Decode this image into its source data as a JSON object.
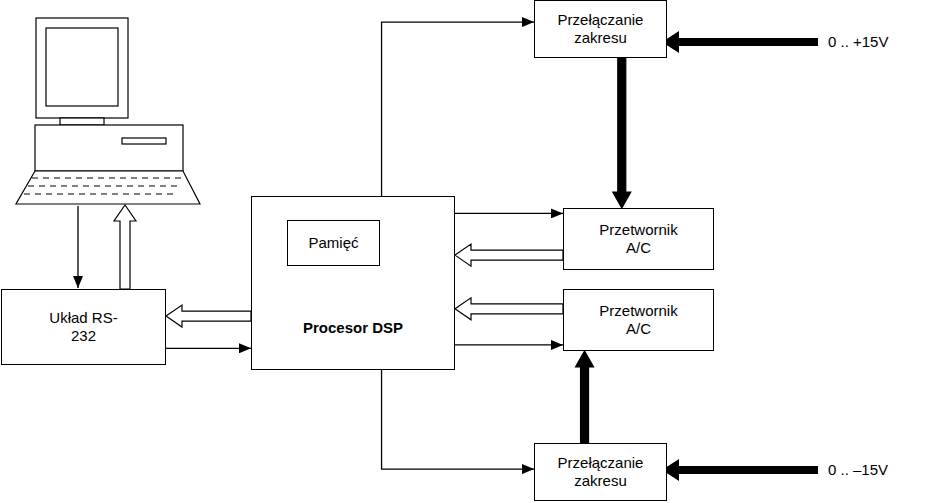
{
  "diagram": {
    "nodes": [
      {
        "text": [
          "Przełączanie zakresu"
        ]
      },
      {
        "text": [
          "Procesor DSP"
        ]
      },
      {
        "text": [
          "Pamięć"
        ],
        "in": 1
      },
      {
        "text": [
          "Przetwornik A/C"
        ]
      },
      {
        "text": [
          "Układ RS-232"
        ]
      },
      {
        "text": [
          "Przetwornik A/C"
        ]
      },
      {
        "text": [
          "Przełączanie zakresu"
        ]
      }
    ],
    "edges": [
      {
        "from": 1,
        "to": 0,
        "arrow": "to"
      },
      {
        "from": 0,
        "to": 3,
        "arrow": "to"
      },
      {
        "from": 1,
        "to": 3,
        "arrow": "to"
      },
      {
        "from": 3,
        "to": 1,
        "arrow": "to"
      },
      {
        "from": 5,
        "to": 1,
        "arrow": "to"
      },
      {
        "from": 1,
        "to": 5,
        "arrow": "to"
      },
      {
        "from": 6,
        "to": 5,
        "arrow": "to"
      },
      {
        "from": 1,
        "to": 6,
        "arrow": "to"
      },
      {
        "from": 1,
        "to": 4,
        "arrow": "to"
      },
      {
        "from": 4,
        "to": 1,
        "arrow": "to"
      }
    ],
    "labels": [
      "0 .. +15V",
      "0 .. –15V"
    ]
  }
}
